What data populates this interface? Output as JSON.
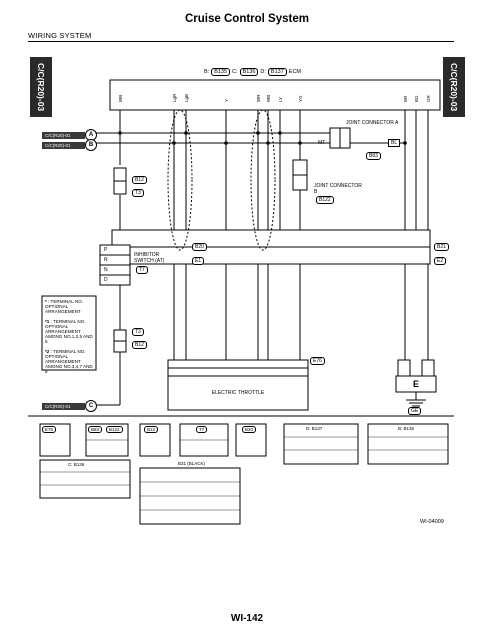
{
  "header": {
    "section": "WIRING SYSTEM",
    "title": "Cruise Control System",
    "left_tab": "C/C(R20)-03",
    "right_tab": "C/C(R20)-03"
  },
  "ecm_label": {
    "b": "B:",
    "b_conn": "B135",
    "c": "C:",
    "c_conn": "B136",
    "d": "D:",
    "d_conn": "B137",
    "name": "ECM"
  },
  "left_connectors": [
    {
      "label": "C/C(R20)-01",
      "mark": "A"
    },
    {
      "label": "C/C(R20)-01",
      "mark": "B"
    },
    {
      "label": "C/C(R20)-01",
      "mark": "C"
    }
  ],
  "joint_a": {
    "title": "JOINT CONNECTOR A",
    "ref": "B83",
    "mt": "MT",
    "a": "A",
    "bl": "BL"
  },
  "joint_b": {
    "title": "JOINT CONNECTOR B",
    "ref": "B122",
    "line2": "CONNECTOR B"
  },
  "labels": {
    "b12": "B12",
    "t3": "T3",
    "b20": "B20",
    "e1": "E1",
    "t7": "T7",
    "inhibitor": "INHIBITOR",
    "switch_at": "SWITCH (AT)",
    "b21": "B21",
    "e2": "E2",
    "e76": "E76",
    "electric_throttle": "ELECTRIC THROTTLE",
    "ground": "E",
    "ge": "GE",
    "b12b": "B12",
    "t3b": "T3"
  },
  "gear_positions": [
    "P",
    "R",
    "N",
    "D"
  ],
  "legend": [
    {
      "sym": "*",
      "text": ": TERMINAL NO. OPTIONAL ARRANGEMENT"
    },
    {
      "sym": "*1",
      "text": ": TERMINAL NO. OPTIONAL ARRANGEMENT AMONG NO.1,2,5 AND 6"
    },
    {
      "sym": "*2",
      "text": ": TERMINAL NO. OPTIONAL ARRANGEMENT AMONG NO.3,4,7 AND 8"
    }
  ],
  "connector_views": [
    {
      "name": "E76"
    },
    {
      "name": "B83"
    },
    {
      "name": "B122"
    },
    {
      "name": "B12"
    },
    {
      "name": "T7"
    },
    {
      "name": "B20"
    },
    {
      "name": "D: B137"
    },
    {
      "name": "B: B135"
    },
    {
      "name": "C: B136"
    },
    {
      "name": "B31 (BLACK)"
    }
  ],
  "wire_codes_top": [
    "WB",
    "LgR",
    "LgB",
    "Y",
    "WR",
    "WB",
    "LY",
    "YG",
    "BR",
    "BG",
    "GR"
  ],
  "footer": {
    "ref": "WI-04009",
    "page": "WI-142"
  }
}
